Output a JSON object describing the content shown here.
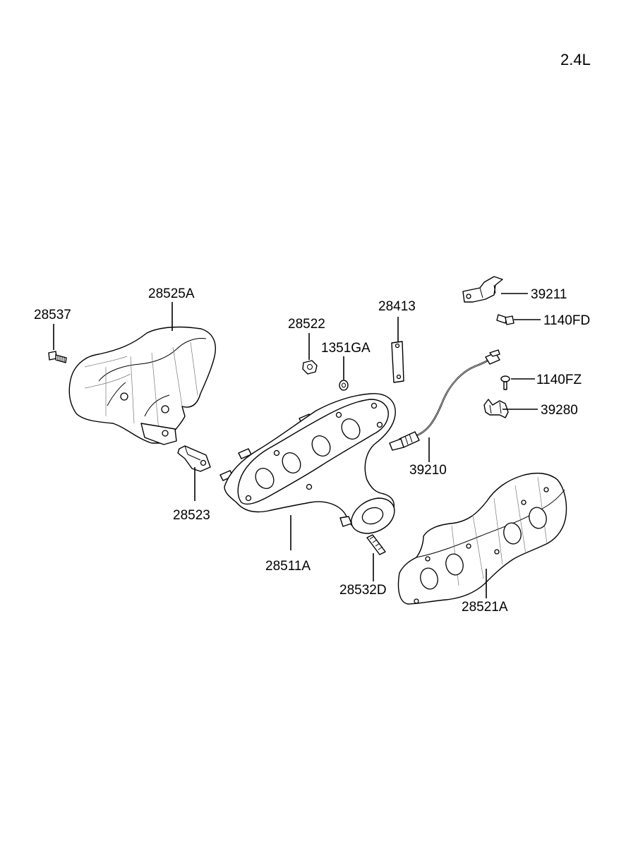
{
  "engine_label": "2.4L",
  "parts": {
    "p28525A": "28525A",
    "p28537": "28537",
    "p28523": "28523",
    "p28522": "28522",
    "p1351GA": "1351GA",
    "p28413": "28413",
    "p28511A": "28511A",
    "p28532D": "28532D",
    "p39211": "39211",
    "p1140FD": "1140FD",
    "p1140FZ": "1140FZ",
    "p39280": "39280",
    "p39210": "39210",
    "p28521A": "28521A"
  }
}
